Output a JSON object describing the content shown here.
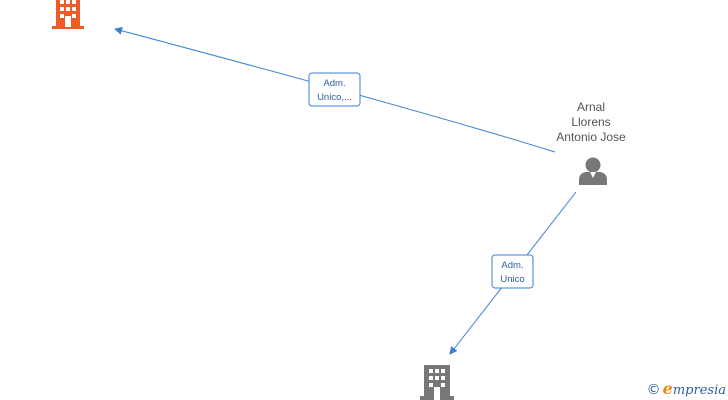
{
  "edges": [
    {
      "label_line1": "Adm.",
      "label_line2": "Unico,..."
    },
    {
      "label_line1": "Adm.",
      "label_line2": "Unico"
    }
  ],
  "person": {
    "name_lines": [
      "Arnal",
      "Llorens",
      "Antonio Jose"
    ],
    "icon": "person-icon"
  },
  "companies": [
    {
      "icon": "building-icon",
      "color": "#f05a28"
    },
    {
      "icon": "building-icon",
      "color": "#777777"
    }
  ],
  "colors": {
    "edge": "#3a7fd5",
    "label_text": "#2d5f9e"
  },
  "brand": {
    "copyright": "©",
    "logo_initial": "e",
    "logo_rest": "mpresia"
  }
}
